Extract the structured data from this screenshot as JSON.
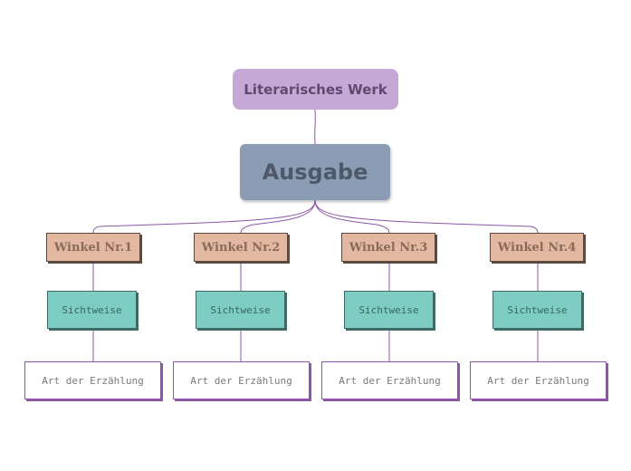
{
  "colors": {
    "connector": "#8c55a8",
    "root_fill": "#c5a8d6",
    "main_fill": "#8b9db5",
    "winkel_fill": "#e2b8a0",
    "sicht_fill": "#7dcdc2",
    "art_fill": "#ffffff"
  },
  "root": {
    "label": "Literarisches Werk"
  },
  "main": {
    "label": "Ausgabe"
  },
  "branches": [
    {
      "winkel": "Winkel Nr.1",
      "sicht": "Sichtweise",
      "art": "Art der Erzählung"
    },
    {
      "winkel": "Winkel Nr.2",
      "sicht": "Sichtweise",
      "art": "Art der Erzählung"
    },
    {
      "winkel": "Winkel Nr.3",
      "sicht": "Sichtweise",
      "art": "Art der Erzählung"
    },
    {
      "winkel": "Winkel Nr.4",
      "sicht": "Sichtweise",
      "art": "Art der Erzählung"
    }
  ]
}
